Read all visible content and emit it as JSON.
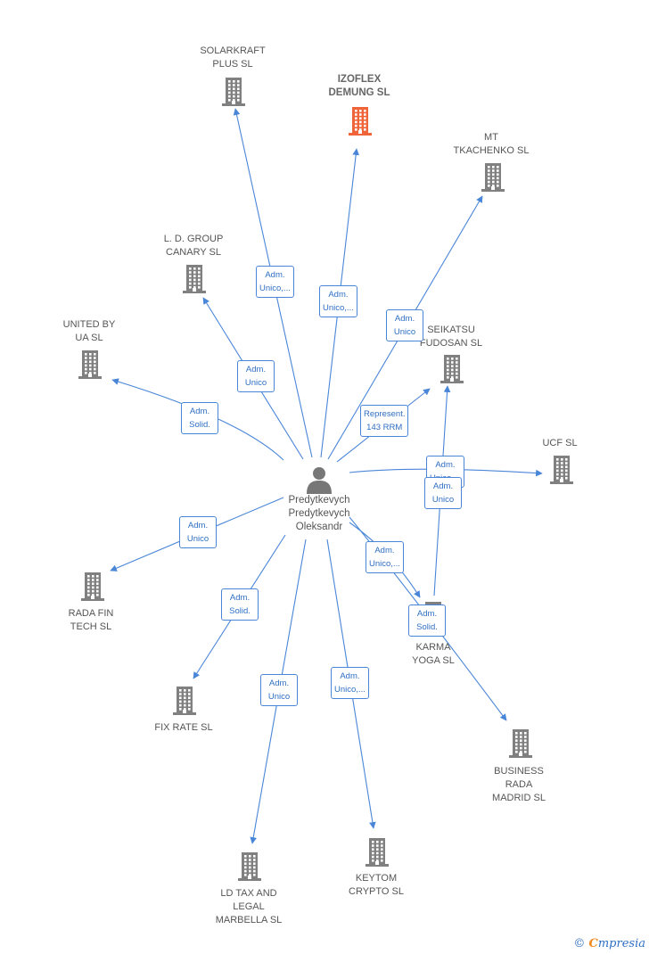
{
  "colors": {
    "edge": "#4a86d8",
    "building": "#808080",
    "building_primary": "#f0643a",
    "person": "#777777"
  },
  "center": {
    "label": "Predytkevych\nPredytkevych\nOleksandr",
    "icon": "person-icon"
  },
  "companies": [
    {
      "id": "solarkraft",
      "label": "SOLARKRAFT\nPLUS  SL",
      "primary": false
    },
    {
      "id": "izoflex",
      "label": "IZOFLEX\nDEMUNG  SL",
      "primary": true
    },
    {
      "id": "mt",
      "label": "MT\nTKACHENKO  SL",
      "primary": false
    },
    {
      "id": "ldgroup",
      "label": "L. D. GROUP\nCANARY  SL",
      "primary": false
    },
    {
      "id": "unitedby",
      "label": "UNITED BY\nUA  SL",
      "primary": false
    },
    {
      "id": "seikatsu",
      "label": "SEIKATSU\nFUDOSAN SL",
      "primary": false
    },
    {
      "id": "ucf",
      "label": "UCF  SL",
      "primary": false
    },
    {
      "id": "radafin",
      "label": "RADA FIN\nTECH  SL",
      "primary": false
    },
    {
      "id": "fixrate",
      "label": "FIX RATE  SL",
      "primary": false
    },
    {
      "id": "karma",
      "label": "KARMA\nYOGA  SL",
      "primary": false
    },
    {
      "id": "business",
      "label": "BUSINESS\nRADA\nMADRID  SL",
      "primary": false
    },
    {
      "id": "ldtax",
      "label": "LD TAX AND\nLEGAL\nMARBELLA  SL",
      "primary": false
    },
    {
      "id": "keytom",
      "label": "KEYTOM\nCRYPTO  SL",
      "primary": false
    }
  ],
  "edges": [
    {
      "to": "solarkraft",
      "label": "Adm.\nUnico,..."
    },
    {
      "to": "izoflex",
      "label": "Adm.\nUnico,..."
    },
    {
      "to": "mt",
      "label": "Adm.\nUnico"
    },
    {
      "to": "ldgroup",
      "label": "Adm.\nUnico"
    },
    {
      "to": "unitedby",
      "label": "Adm.\nSolid."
    },
    {
      "to": "seikatsu",
      "label": "Represent.\n143 RRM"
    },
    {
      "to": "ucf",
      "label": "Adm.\nUnico,..."
    },
    {
      "to": "seikatsu",
      "from": "karma",
      "label": "Adm.\nUnico"
    },
    {
      "to": "radafin",
      "label": "Adm.\nUnico"
    },
    {
      "to": "fixrate",
      "label": "Adm.\nSolid."
    },
    {
      "to": "karma",
      "label": "Adm.\nUnico,..."
    },
    {
      "to": "business",
      "label": "Adm.\nSolid."
    },
    {
      "to": "ldtax",
      "label": "Adm.\nUnico"
    },
    {
      "to": "keytom",
      "label": "Adm.\nUnico,..."
    }
  ],
  "footer": {
    "copyright": "©",
    "brand_initial": "C",
    "brand_rest": "mpresia"
  }
}
